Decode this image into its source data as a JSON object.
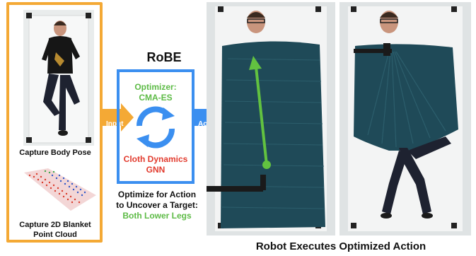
{
  "left_panel": {
    "body_pose_caption": "Capture Body Pose",
    "point_cloud_caption_line1": "Capture 2D Blanket",
    "point_cloud_caption_line2": "Point Cloud"
  },
  "robe": {
    "title": "RoBE",
    "optimizer_line1": "Optimizer:",
    "optimizer_line2": "CMA-ES",
    "cloth_line1": "Cloth Dynamics",
    "cloth_line2": "GNN",
    "input_label": "Input",
    "action_label": "Action",
    "goal_line1": "Optimize for Action",
    "goal_line2": "to Uncover a Target:",
    "goal_target": "Both Lower Legs"
  },
  "right_panel": {
    "caption": "Robot Executes Optimized Action"
  },
  "colors": {
    "orange_accent": "#f4a935",
    "blue_accent": "#3b8ff0",
    "green_text": "#5dbb46",
    "red_text": "#e23b2e",
    "blanket": "#1f4a58"
  }
}
